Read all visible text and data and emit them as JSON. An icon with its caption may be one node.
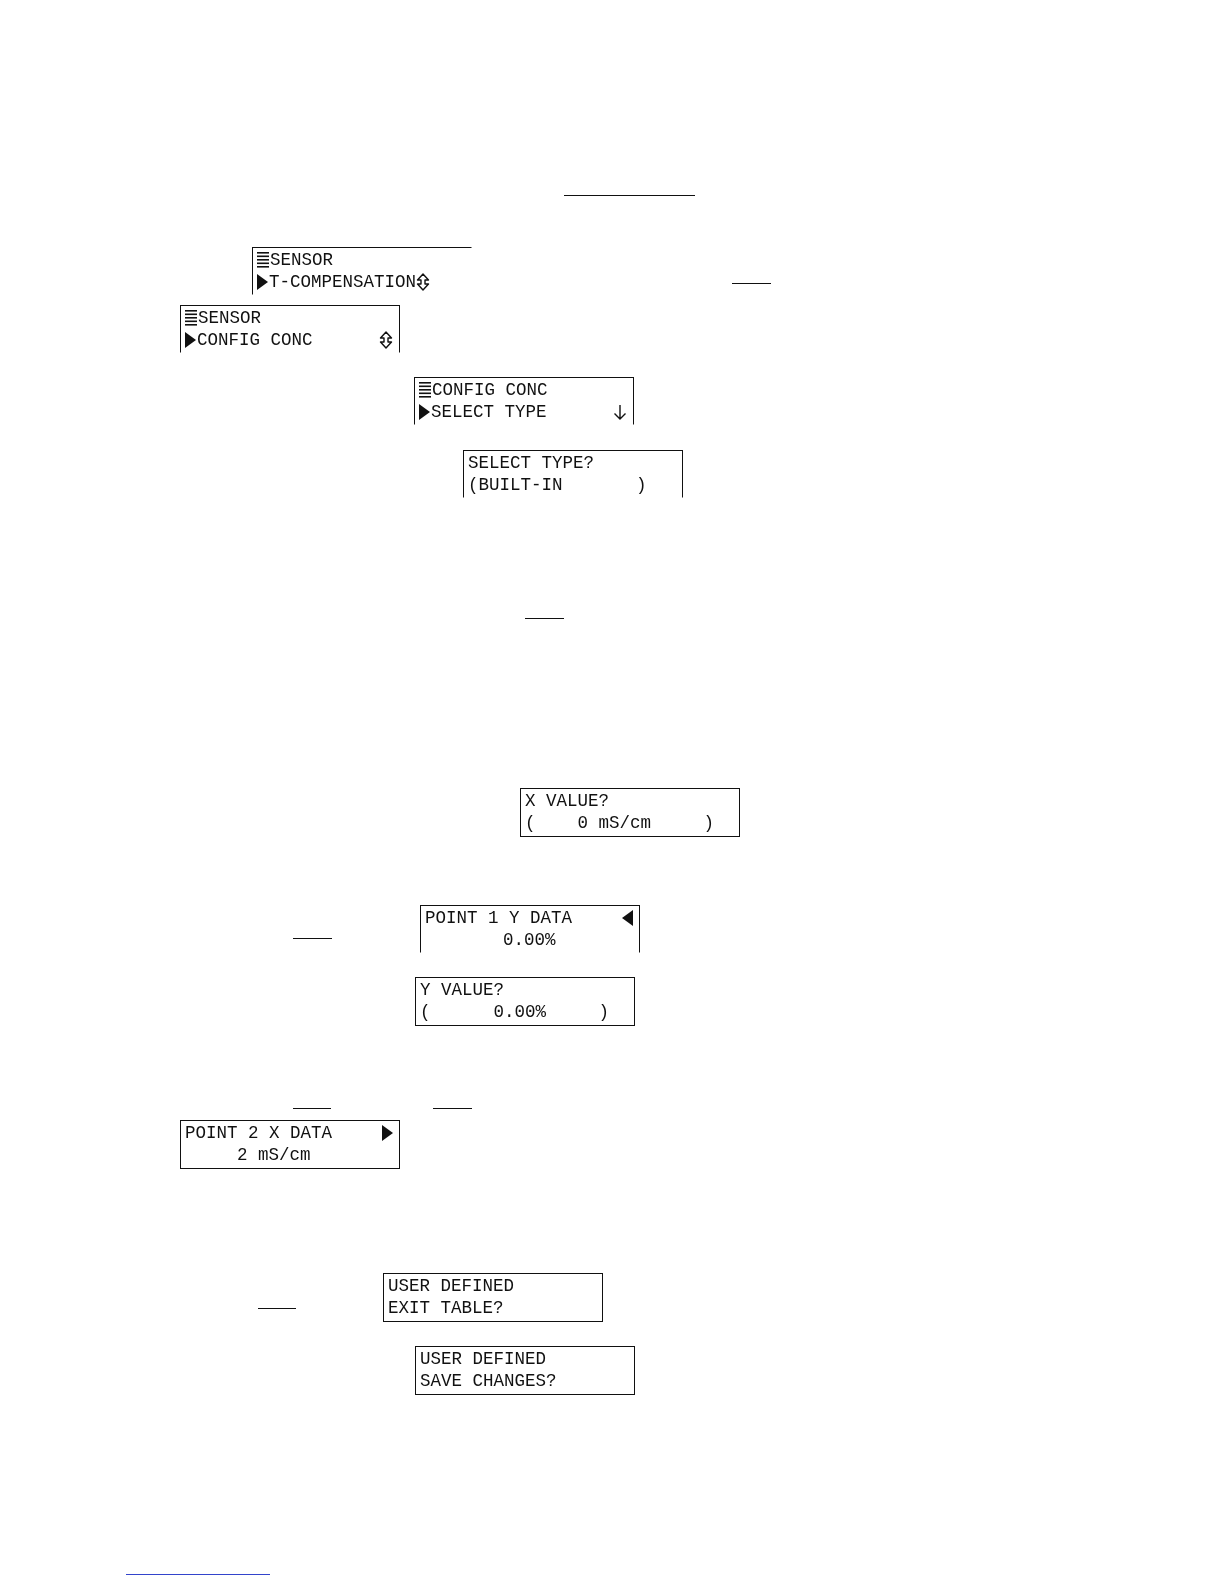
{
  "diagram": {
    "nodes": [
      {
        "text": [
          "SENSOR",
          "T-COMPENSATION"
        ]
      },
      {
        "text": [
          "SENSOR",
          "CONFIG CONC"
        ]
      },
      {
        "text": [
          "CONFIG CONC",
          "SELECT TYPE"
        ]
      },
      {
        "text": [
          "SELECT TYPE?",
          "(BUILT-IN       )"
        ]
      },
      {
        "text": [
          "X VALUE?",
          "(    0 mS/cm     )"
        ]
      },
      {
        "text": [
          "POINT 1 Y DATA",
          "0.00%"
        ]
      },
      {
        "text": [
          "Y VALUE?",
          "(      0.00%     )"
        ]
      },
      {
        "text": [
          "POINT 2 X DATA",
          "2 mS/cm"
        ]
      },
      {
        "text": [
          "USER DEFINED",
          "EXIT TABLE?"
        ]
      },
      {
        "text": [
          "USER DEFINED",
          "SAVE CHANGES?"
        ]
      }
    ]
  }
}
